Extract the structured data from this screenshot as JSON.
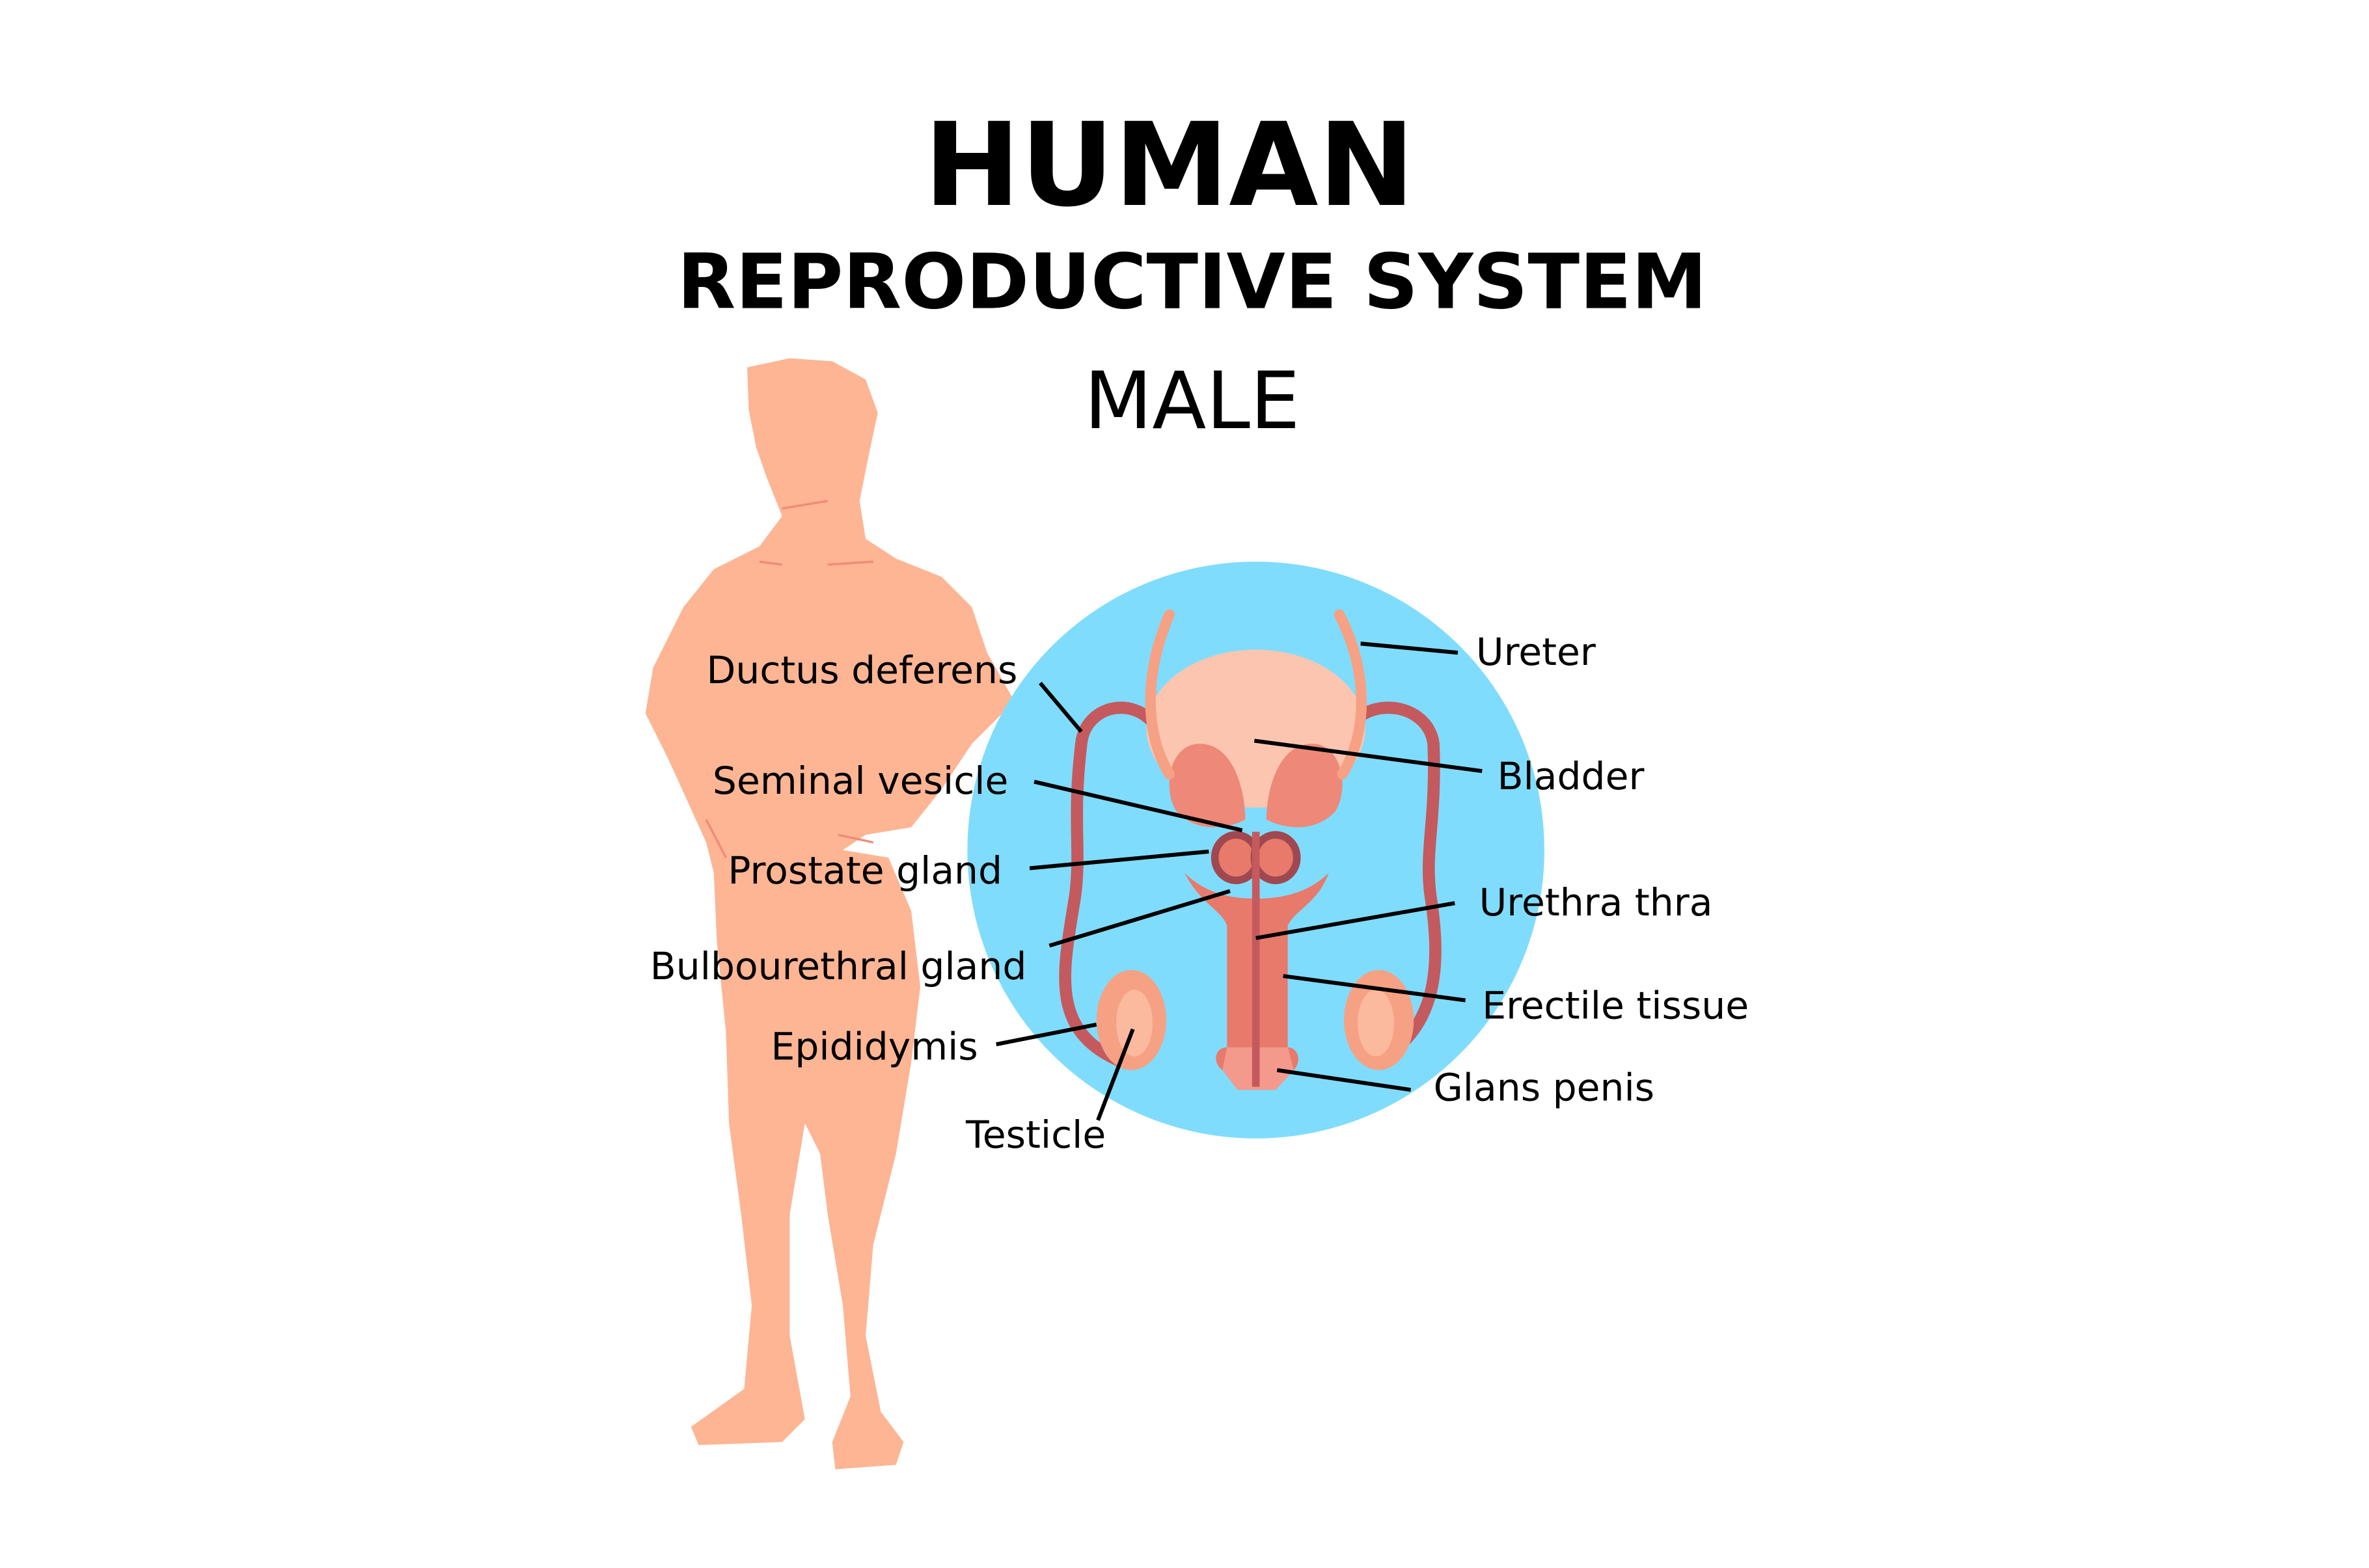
{
  "title": {
    "line1": "HUMAN",
    "line2": "REPRODUCTIVE SYSTEM",
    "line3": "MALE"
  },
  "labels": {
    "ductus_deferens": "Ductus deferens",
    "seminal_vesicle": "Seminal vesicle",
    "prostate_gland": "Prostate gland",
    "bulbourethral_gland": "Bulbourethral gland",
    "epididymis": "Epididymis",
    "testicle": "Testicle",
    "ureter": "Ureter",
    "bladder": "Bladder",
    "urethra": "Urethra thra",
    "erectile_tissue": "Erectile tissue",
    "glans_penis": "Glans penis"
  },
  "colors": {
    "skin": "#FDB594",
    "circle": "#80DCFC",
    "organ_dark": "#C45A5E",
    "organ_mid": "#EE8878",
    "bladder": "#FCC5B0"
  }
}
